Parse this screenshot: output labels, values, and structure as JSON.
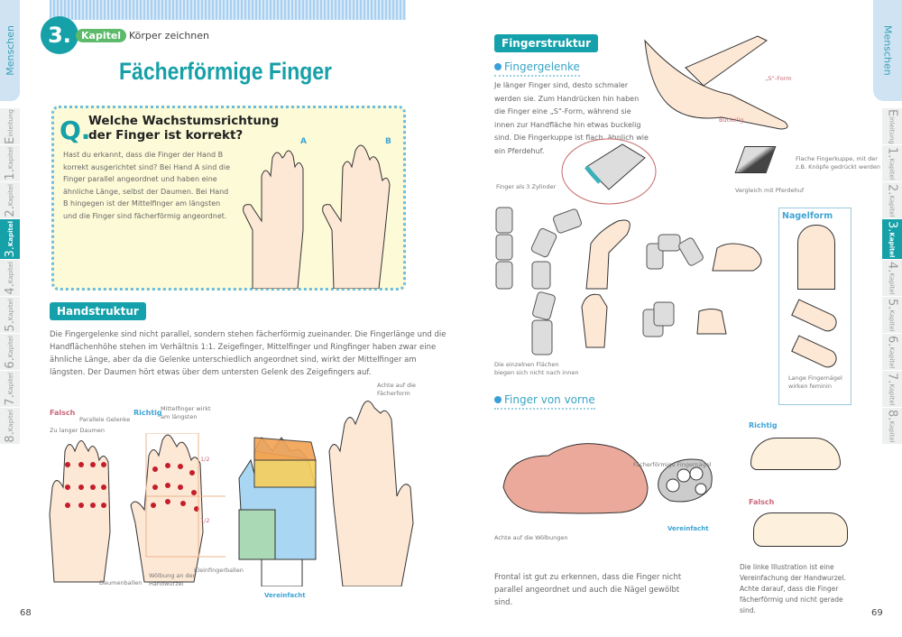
{
  "side_label": "Menschen",
  "tabs": [
    {
      "big": "E",
      "label": "inleitung"
    },
    {
      "big": "1.",
      "label": "Kapitel"
    },
    {
      "big": "2.",
      "label": "Kapitel"
    },
    {
      "big": "3.",
      "label": "Kapitel",
      "active": true
    },
    {
      "big": "4.",
      "label": "Kapitel"
    },
    {
      "big": "5.",
      "label": "Kapitel"
    },
    {
      "big": "6.",
      "label": "Kapitel"
    },
    {
      "big": "7.",
      "label": "Kapitel"
    },
    {
      "big": "8.",
      "label": "Kapitel"
    }
  ],
  "header": {
    "chapter_num": "3.",
    "chapter_word": "Kapitel",
    "chapter_title": "Körper zeichnen"
  },
  "title": "Fächerförmige Finger",
  "question": {
    "q": "Q.",
    "line1": "Welche Wachstumsrichtung",
    "line2": "der Finger ist korrekt?",
    "text": "Hast du erkannt, dass die Finger der Hand B korrekt ausgerichtet sind? Bei Hand A sind die Finger parallel angeordnet und haben eine ähnliche Länge, selbst der Daumen. Bei Hand B hingegen ist der Mittelfinger am längsten und die Finger sind fächerförmig angeordnet.",
    "hand_a": "A",
    "hand_b": "B"
  },
  "handstruktur": {
    "label": "Handstruktur",
    "text": "Die Fingergelenke sind nicht parallel, sondern stehen fächerförmig zueinander. Die Fingerlänge und die Handflächenhöhe stehen im Verhältnis 1:1. Zeigefinger, Mittelfinger und Ringfinger haben zwar eine ähnliche Länge, aber da die Gelenke unterschiedlich angeordnet sind, wirkt der Mittelfinger am längsten. Der Daumen hört etwas über dem untersten Gelenk des Zeigefingers auf.",
    "falsch": "Falsch",
    "parallel": "Parallele Gelenke",
    "daumen_lang": "Zu langer Daumen",
    "richtig": "Richtig",
    "mittelfinger": "Mittelfinger wirkt am längsten",
    "half1": "1/2",
    "half2": "1/2",
    "daumenballen": "Daumenballen",
    "woelbung": "Wölbung an der Handwurzel",
    "kleinfinger": "Kleinfingerballen",
    "vereinfacht": "Vereinfacht",
    "achte": "Achte auf die Fächerform"
  },
  "fingerstruktur": {
    "label": "Fingerstruktur",
    "gelenke_head": "Fingergelenke",
    "gelenke_text": "Je länger Finger sind, desto schmaler werden sie. Zum Handrücken hin haben die Finger eine „S“-Form, während sie innen zur Handfläche hin etwas buckelig sind. Die Fingerkuppe ist flach, ähnlich wie ein Pferdehuf.",
    "s_form": "„S“-Form",
    "buckelig": "Buckelig",
    "flache": "Flache Fingerkuppe, mit der z.B. Knöpfe gedrückt werden",
    "pferdehuf": "Vergleich mit Pferdehuf",
    "zylinder": "Finger als 3 Zylinder",
    "flaechen": "Die einzelnen Flächen biegen sich nicht nach innen",
    "nagelform": "Nagelform",
    "lange_naegel": "Lange Fingernägel wirken feminin",
    "vorne_head": "Finger von vorne",
    "faecher_naegel": "Fächerförmige Fingernägel",
    "woelbungen": "Achte auf die Wölbungen",
    "vereinfacht": "Vereinfacht",
    "vorne_text": "Frontal ist gut zu erkennen, dass die Finger nicht parallel angeordnet und auch die Nägel gewölbt sind.",
    "richtig": "Richtig",
    "falsch": "Falsch",
    "wurzel_text": "Die linke Illustration ist eine Vereinfachung der Handwurzel. Achte darauf, dass die Finger fächerförmig und nicht gerade sind."
  },
  "page_left": "68",
  "page_right": "69",
  "colors": {
    "teal": "#16a0a8",
    "green": "#5cba6a",
    "yellow_box": "#fdfbd7",
    "skin": "#fde8d6",
    "tab_blue": "#cfe3f3"
  }
}
